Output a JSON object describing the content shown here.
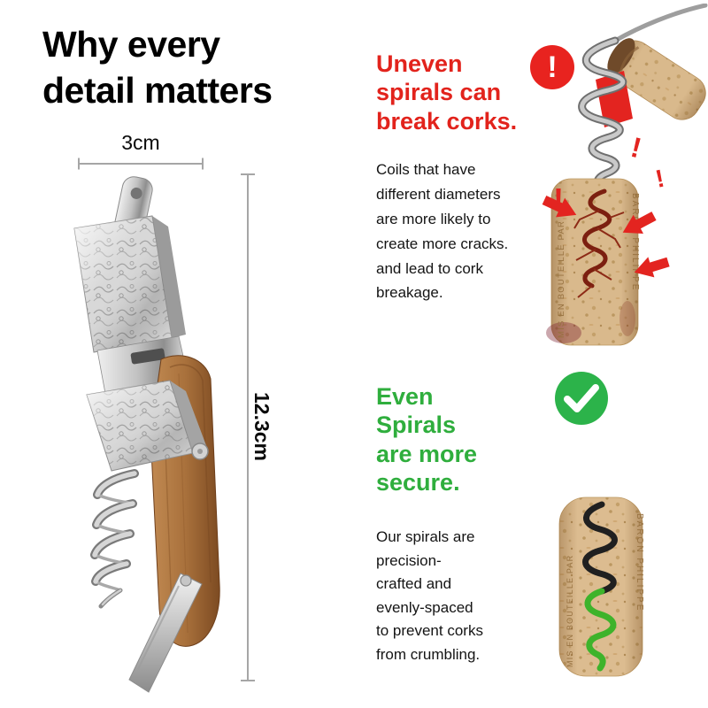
{
  "header": {
    "title_lines": [
      "Why every",
      "detail matters"
    ]
  },
  "measurements": {
    "width_label": "3cm",
    "height_label": "12.3cm"
  },
  "uneven_section": {
    "heading_lines": [
      "Uneven",
      "spirals can",
      "break corks."
    ],
    "body_lines": [
      "Coils that have",
      "different diameters",
      "are more likely to",
      "create more cracks.",
      "and lead to cork",
      "breakage."
    ],
    "accent_color": "#e2231c",
    "warning_glyph": "!",
    "exclamation_marks": [
      "!",
      "!",
      "!"
    ]
  },
  "even_section": {
    "heading_lines": [
      "Even",
      "Spirals",
      "are more",
      "secure."
    ],
    "body_lines": [
      "Our spirals are",
      "precision-",
      "crafted and",
      "evenly-spaced",
      "to prevent corks",
      "from crumbling."
    ],
    "accent_color": "#2fae3d"
  },
  "cork_labels": {
    "left_text": "MIS EN BOUTEILLE PAR",
    "right_text": "BARON PHILIPPE"
  }
}
